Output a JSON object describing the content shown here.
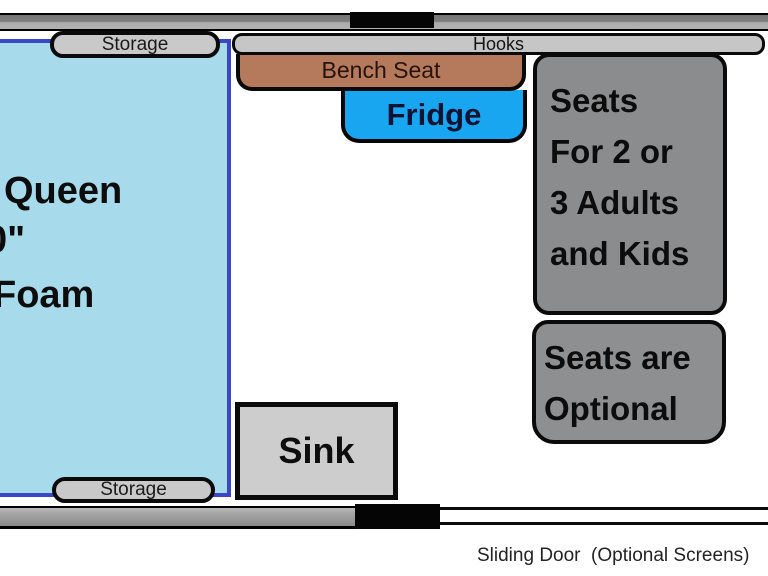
{
  "diagram": {
    "title_implied": "camper-van-floor-plan",
    "storage_top": {
      "label": "Storage"
    },
    "storage_bottom": {
      "label": "Storage"
    },
    "hooks": {
      "label": "Hooks"
    },
    "bench_seat": {
      "label": "Bench Seat"
    },
    "fridge": {
      "label": "Fridge"
    },
    "seats_main": {
      "lines": [
        "Seats",
        "For 2 or",
        "3 Adults",
        "and Kids"
      ]
    },
    "seats_optional": {
      "lines": [
        "Seats are",
        "Optional"
      ]
    },
    "bed": {
      "lines": [
        "Queen",
        "0\"",
        "Foam"
      ]
    },
    "sink": {
      "label": "Sink"
    },
    "caption": "Sliding Door  (Optional Screens)",
    "colors": {
      "bed_fill": "#a7dbeb",
      "bed_border": "#3c47c8",
      "bench": "#b5795c",
      "fridge": "#17a6ef",
      "seats_gray": "#8b8c8e",
      "fixture_gray": "#c9c9c9",
      "wall_gray": "#8b8b8b",
      "door_black": "#050505"
    }
  }
}
